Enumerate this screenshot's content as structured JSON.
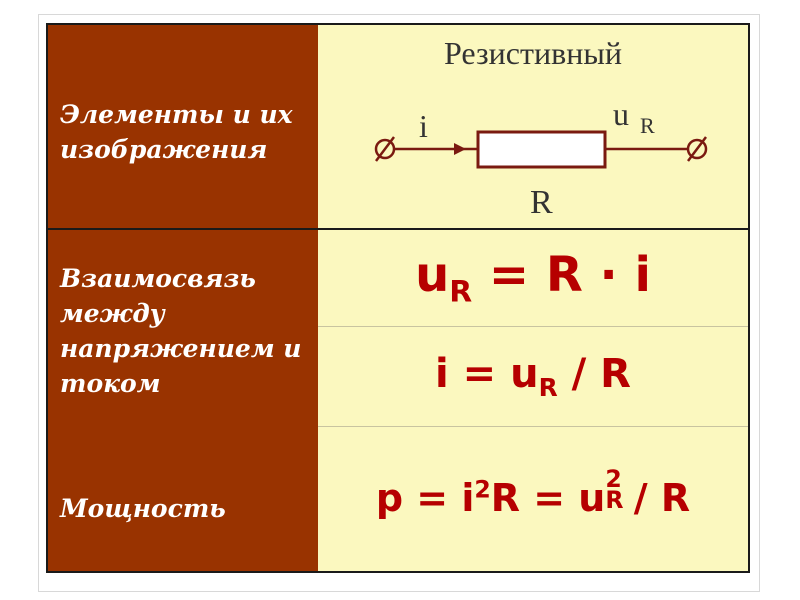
{
  "rows": {
    "elements_label_line1": "Элементы и их",
    "elements_label_line2": "изображения",
    "relation_label_line1": "Взаимосвязь",
    "relation_label_line2": "между",
    "relation_label_line3": "напряжением и",
    "relation_label_line4": "током",
    "power_label": "Мощность"
  },
  "element_title": "Резистивный",
  "circuit": {
    "current_label": "i",
    "voltage_label": "u",
    "voltage_subscript": "R",
    "resistor_label": "R"
  },
  "formulas": {
    "f1": {
      "lhs": "u",
      "lhs_sub": "R",
      "eq": " = ",
      "rhs": "R · i"
    },
    "f2": {
      "lhs": "i = u",
      "lhs_sub": "R",
      "rhs": " / R"
    },
    "f3": {
      "p": "p = i",
      "sup1": "2",
      "r": "R = u",
      "sup2": "2",
      "sub2": "R",
      "end": " / R"
    }
  },
  "colors": {
    "left_column": "#993300",
    "right_column": "#fbf8bf",
    "formula": "#b60000"
  }
}
